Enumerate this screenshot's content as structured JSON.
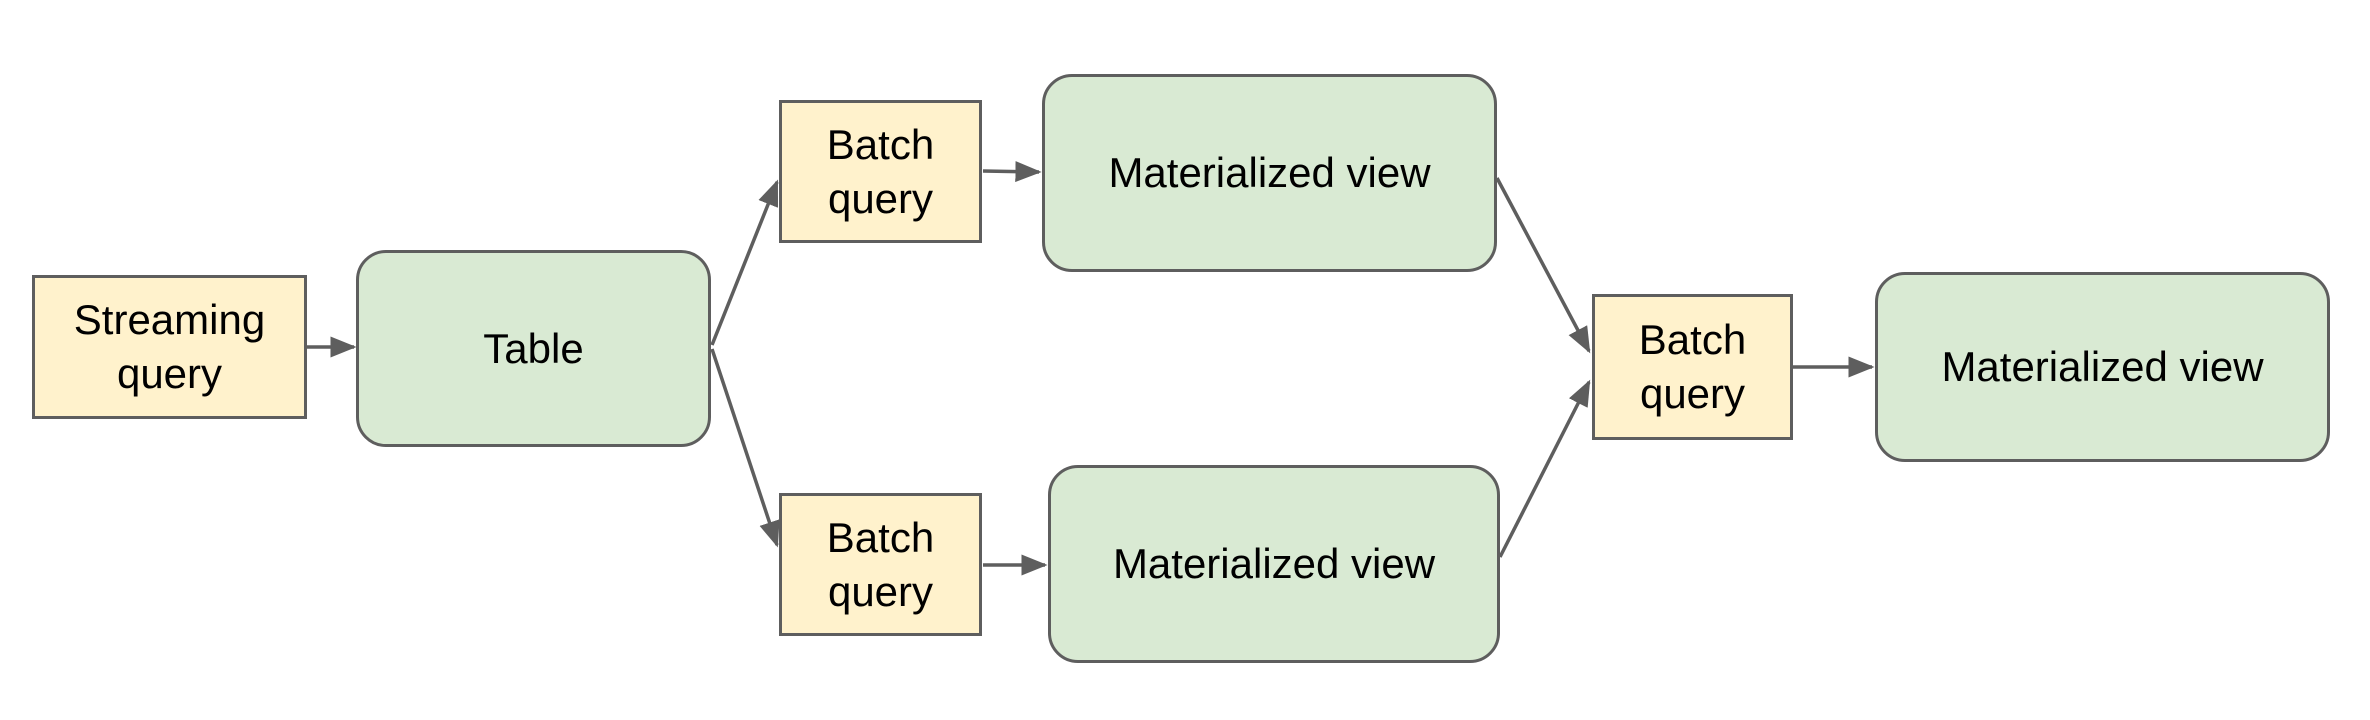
{
  "diagram": {
    "type": "flowchart",
    "background": "white",
    "colors": {
      "query_fill": "#FFF2CC",
      "table_fill": "#D9EAD3",
      "stroke": "#5E5E5E",
      "text": "#000000",
      "background": "#FFFFFF"
    },
    "nodes": [
      {
        "id": "streaming-query",
        "label": "Streaming query",
        "kind": "query",
        "shape": "rectangle"
      },
      {
        "id": "table",
        "label": "Table",
        "kind": "store",
        "shape": "rounded-rectangle"
      },
      {
        "id": "batch-query-top",
        "label": "Batch query",
        "kind": "query",
        "shape": "rectangle"
      },
      {
        "id": "materialized-view-top",
        "label": "Materialized view",
        "kind": "store",
        "shape": "rounded-rectangle"
      },
      {
        "id": "batch-query-bottom",
        "label": "Batch query",
        "kind": "query",
        "shape": "rectangle"
      },
      {
        "id": "materialized-view-bottom",
        "label": "Materialized view",
        "kind": "store",
        "shape": "rounded-rectangle"
      },
      {
        "id": "batch-query-merge",
        "label": "Batch query",
        "kind": "query",
        "shape": "rectangle"
      },
      {
        "id": "materialized-view-final",
        "label": "Materialized view",
        "kind": "store",
        "shape": "rounded-rectangle"
      }
    ],
    "edges": [
      {
        "from": "streaming-query",
        "to": "table"
      },
      {
        "from": "table",
        "to": "batch-query-top"
      },
      {
        "from": "table",
        "to": "batch-query-bottom"
      },
      {
        "from": "batch-query-top",
        "to": "materialized-view-top"
      },
      {
        "from": "batch-query-bottom",
        "to": "materialized-view-bottom"
      },
      {
        "from": "materialized-view-top",
        "to": "batch-query-merge"
      },
      {
        "from": "materialized-view-bottom",
        "to": "batch-query-merge"
      },
      {
        "from": "batch-query-merge",
        "to": "materialized-view-final"
      }
    ]
  }
}
